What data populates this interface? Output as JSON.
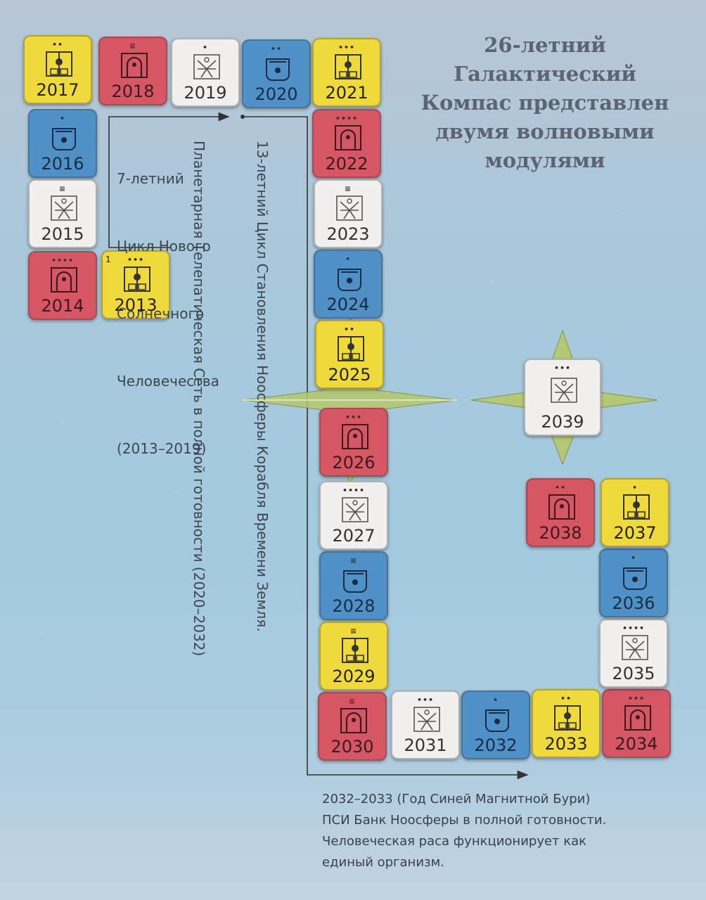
{
  "title_lines": [
    "26-летний",
    "Галактический",
    "Компас представлен",
    "двумя волновыми",
    "модулями"
  ],
  "cycle7": {
    "lines": [
      "7-летний",
      "Цикл Нового",
      "Солнечного",
      "Человечества",
      "(2013–2019)"
    ]
  },
  "cycle13": {
    "line1": "13-летний Цикл Становления Ноосферы Корабля Времени Земля.",
    "line2": "Планетарная Телепатическая Сеть в полной готовности (2020–2032)"
  },
  "bottom_note": {
    "lines": [
      "2032–2033 (Год Синей Магнитной Бури)",
      "ПСИ Банк Ноосферы в полной готовности.",
      "Человеческая раса функционирует как",
      "единый организм."
    ]
  },
  "start_number": "1",
  "colors": {
    "yellow": "#f0d93a",
    "red": "#d65664",
    "white": "#f1f0ee",
    "blue": "#4f90c6",
    "compass": "#b6c86b"
  },
  "tiles": [
    {
      "year": "2017",
      "color": "yellow",
      "dots": "••",
      "glyph": "seed-glyph"
    },
    {
      "year": "2018",
      "color": "red",
      "dots": "≡",
      "glyph": "moon-glyph"
    },
    {
      "year": "2019",
      "color": "white",
      "dots": "•",
      "glyph": "wizard-glyph"
    },
    {
      "year": "2020",
      "color": "blue",
      "dots": "••",
      "glyph": "storm-glyph"
    },
    {
      "year": "2021",
      "color": "yellow",
      "dots": "•••",
      "glyph": "seed-glyph"
    },
    {
      "year": "2016",
      "color": "blue",
      "dots": "•",
      "glyph": "storm-glyph"
    },
    {
      "year": "2022",
      "color": "red",
      "dots": "••••",
      "glyph": "moon-glyph"
    },
    {
      "year": "2015",
      "color": "white",
      "dots": "≡",
      "glyph": "wizard-glyph"
    },
    {
      "year": "2023",
      "color": "white",
      "dots": "≡",
      "glyph": "wizard-glyph"
    },
    {
      "year": "2014",
      "color": "red",
      "dots": "••••",
      "glyph": "moon-glyph"
    },
    {
      "year": "2013",
      "color": "yellow",
      "dots": "•••",
      "glyph": "seed-glyph"
    },
    {
      "year": "2024",
      "color": "blue",
      "dots": "•",
      "glyph": "storm-glyph"
    },
    {
      "year": "2025",
      "color": "yellow",
      "dots": "••",
      "glyph": "seed-glyph"
    },
    {
      "year": "2026",
      "color": "red",
      "dots": "•••",
      "glyph": "moon-glyph"
    },
    {
      "year": "2027",
      "color": "white",
      "dots": "••••",
      "glyph": "wizard-glyph"
    },
    {
      "year": "2028",
      "color": "blue",
      "dots": "≡",
      "glyph": "storm-glyph"
    },
    {
      "year": "2029",
      "color": "yellow",
      "dots": "≡",
      "glyph": "seed-glyph"
    },
    {
      "year": "2030",
      "color": "red",
      "dots": "≡",
      "glyph": "moon-glyph"
    },
    {
      "year": "2031",
      "color": "white",
      "dots": "•••",
      "glyph": "wizard-glyph"
    },
    {
      "year": "2032",
      "color": "blue",
      "dots": "•",
      "glyph": "storm-glyph"
    },
    {
      "year": "2033",
      "color": "yellow",
      "dots": "••",
      "glyph": "seed-glyph"
    },
    {
      "year": "2034",
      "color": "red",
      "dots": "•••",
      "glyph": "moon-glyph"
    },
    {
      "year": "2035",
      "color": "white",
      "dots": "••••",
      "glyph": "wizard-glyph"
    },
    {
      "year": "2036",
      "color": "blue",
      "dots": "•",
      "glyph": "storm-glyph"
    },
    {
      "year": "2037",
      "color": "yellow",
      "dots": "•",
      "glyph": "seed-glyph"
    },
    {
      "year": "2038",
      "color": "red",
      "dots": "••",
      "glyph": "moon-glyph"
    },
    {
      "year": "2039",
      "color": "white",
      "dots": "•••",
      "glyph": "wizard-glyph"
    }
  ]
}
